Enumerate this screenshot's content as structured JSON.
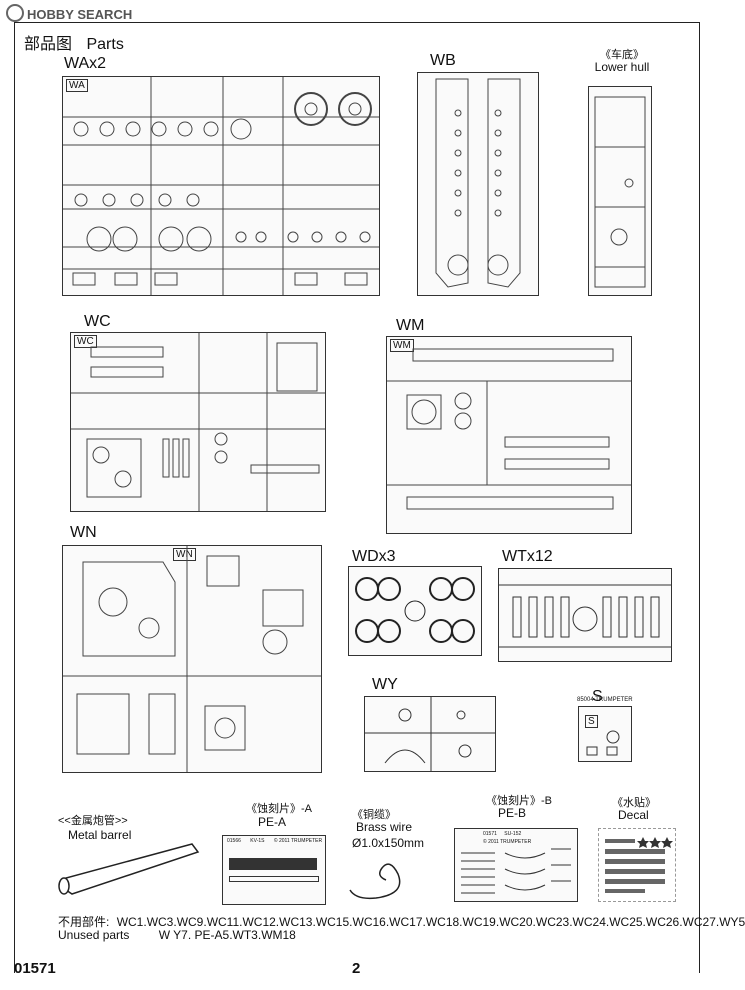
{
  "watermark": "HOBBY SEARCH",
  "page_title_cn": "部品图",
  "page_title_en": "Parts",
  "sprues": {
    "wa": "WAx2",
    "wa_tag": "WA",
    "wb": "WB",
    "lower_hull_cn": "《车底》",
    "lower_hull_en": "Lower hull",
    "wc": "WC",
    "wc_tag": "WC",
    "wm": "WM",
    "wm_tag": "WM",
    "wn": "WN",
    "wn_tag": "WN",
    "wd": "WDx3",
    "wt": "WTx12",
    "wy": "WY",
    "s": "S",
    "s_tag": "S",
    "s_code": "85004 TRUMPETER"
  },
  "accessories": {
    "metal_barrel_cn": "<<金属炮管>>",
    "metal_barrel_en": "Metal barrel",
    "pe_a_cn": "《蚀刻片》-A",
    "pe_a_en": "PE-A",
    "pe_a_code": "01566",
    "pe_a_model": "KV-1S",
    "pe_a_mark": "© 2011  TRUMPETER",
    "brass_cn": "《铜缆》",
    "brass_en": "Brass wire",
    "brass_size": "Ø1.0x150mm",
    "pe_b_cn": "《蚀刻片》-B",
    "pe_b_en": "PE-B",
    "pe_b_code": "01571",
    "pe_b_model": "SU-152",
    "pe_b_mark": "© 2011 TRUMPETER",
    "decal_cn": "《水贴》",
    "decal_en": "Decal"
  },
  "unused": {
    "cn_label": "不用部件:",
    "en_label": "Unused parts",
    "line1": "WC1.WC3.WC9.WC11.WC12.WC13.WC15.WC16.WC17.WC18.WC19.WC20.WC23.WC24.WC25.WC26.WC27.WY5",
    "line2": "W Y7. PE-A5.WT3.WM18"
  },
  "footer": {
    "code": "01571",
    "page": "2"
  }
}
